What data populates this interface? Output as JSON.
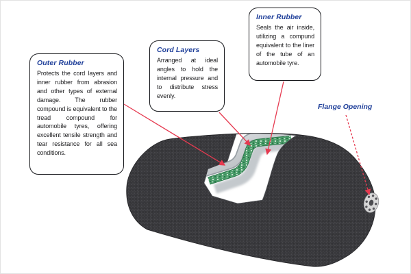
{
  "callouts": {
    "outer_rubber": {
      "title": "Outer Rubber",
      "body": "Protects the cord layers and inner rubber from abrasion and other types of external damage. The rubber compound is equivalent to the tread compound for automobile tyres, offering excellent tensile strength and tear resistance for all sea conditions."
    },
    "cord_layers": {
      "title": "Cord Layers",
      "body": "Arranged at ideal angles to hold the internal pressure and to distribute stress evenly."
    },
    "inner_rubber": {
      "title": "Inner Rubber",
      "body": "Seals the air inside, utilizing a compund equivalent to the liner of the tube of an automobile tyre."
    },
    "flange": {
      "label": "Flange Opening"
    }
  },
  "colors": {
    "callout_title_blue": "#20409a",
    "body_text": "#1b1b1d",
    "arrow_red": "#e63a50",
    "fender_dark": "#333336",
    "cord_green": "#4d9e6b",
    "cut_silver": "#c6cbcf",
    "flange_gray": "#d8d8d8"
  }
}
